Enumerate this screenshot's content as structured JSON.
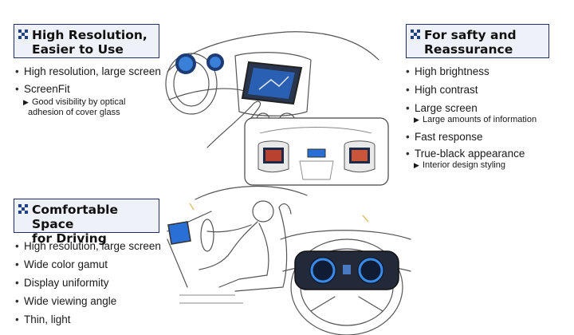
{
  "sections": {
    "high_res": {
      "title_line1": "High Resolution,",
      "title_line2": "Easier to Use",
      "items": [
        "High resolution, large screen",
        "ScreenFit"
      ],
      "sub_line1": "Good visibility by optical",
      "sub_line2": "adhesion of cover glass"
    },
    "safety": {
      "title_line1": "For safty and",
      "title_line2": "Reassurance",
      "items": [
        "High brightness",
        "High contrast",
        "Large screen",
        "Fast response",
        "True-black appearance"
      ],
      "sub_large_screen": "Large amounts of information",
      "sub_true_black": "Interior design styling"
    },
    "comfort": {
      "title_line1": "Comfortable Space",
      "title_line2": "for Driving",
      "items": [
        "High resolution, large screen",
        "Wide color gamut",
        "Display uniformity",
        "Wide viewing angle",
        "Thin, light"
      ]
    }
  },
  "icons": [
    "checker-mark-icon",
    "triangle-bullet-icon",
    "car-dashboard-illustration",
    "driver-illustration",
    "cluster-illustration",
    "rear-seat-illustration"
  ],
  "colors": {
    "header_bg": "#eef1f8",
    "header_border": "#1f2f63",
    "mark": "#1f3f8f",
    "screen_blue": "#2a6fd6"
  }
}
